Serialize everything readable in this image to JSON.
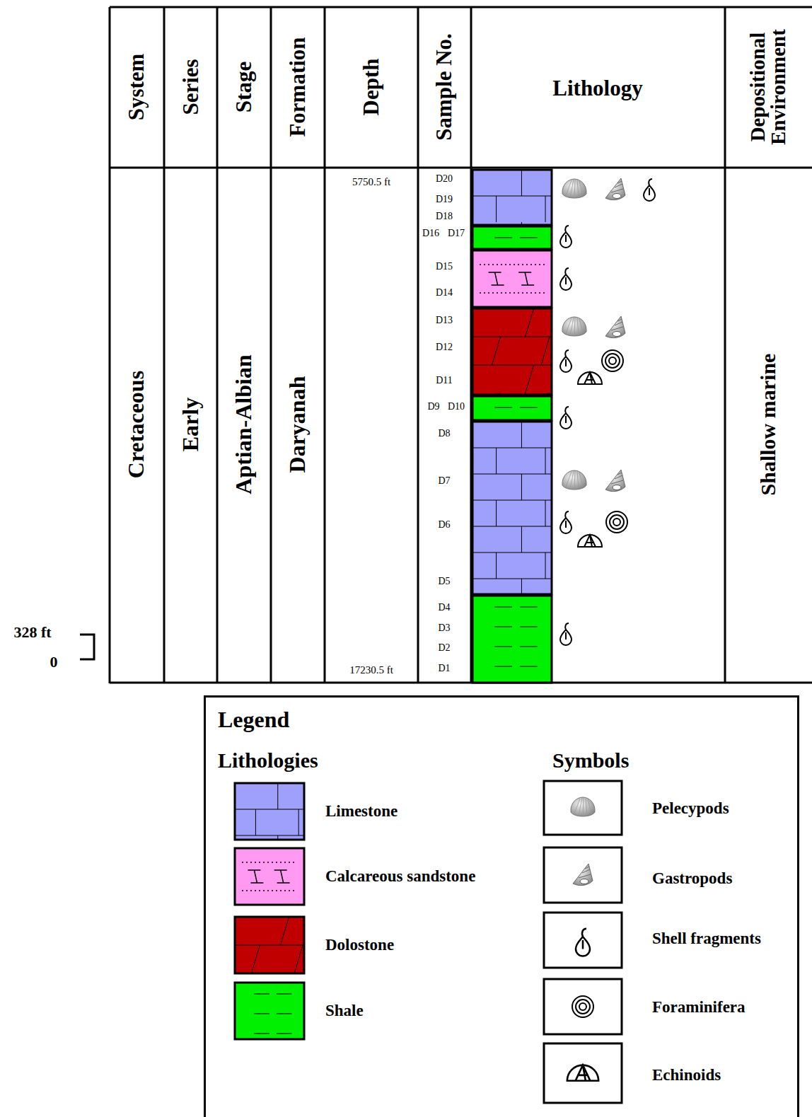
{
  "diagram": {
    "nodes": [
      {
        "text": [
          "Legend",
          "Lithologies",
          "Symbols"
        ]
      }
    ],
    "labels": [
      "System",
      "Series",
      "Stage",
      "Formation",
      "Depth",
      "Sample No.",
      "Lithology",
      "Depositional Environment",
      "Cretaceous",
      "Early",
      "Aptian-Albian",
      "Daryanah",
      "5750.5 ft",
      "17230.5 ft",
      "Shallow marine",
      "D20",
      "D19",
      "D18",
      "D16",
      "D17",
      "D15",
      "D14",
      "D13",
      "D12",
      "D11",
      "D9",
      "D10",
      "D8",
      "D7",
      "D6",
      "D5",
      "D4",
      "D3",
      "D2",
      "D1",
      "328 ft",
      "0"
    ],
    "legend": [
      {
        "text": "Limestone",
        "color": "#9f9ffc"
      },
      {
        "text": "Calcareous sandstone",
        "color": "#ff99f2"
      },
      {
        "text": "Dolostone",
        "color": "#c00000"
      },
      {
        "text": "Shale",
        "color": "#00f000"
      },
      {
        "text": "Pelecypods"
      },
      {
        "text": "Gastropods"
      },
      {
        "text": "Shell fragments"
      },
      {
        "text": "Foraminifera"
      },
      {
        "text": "Echinoids"
      }
    ]
  }
}
